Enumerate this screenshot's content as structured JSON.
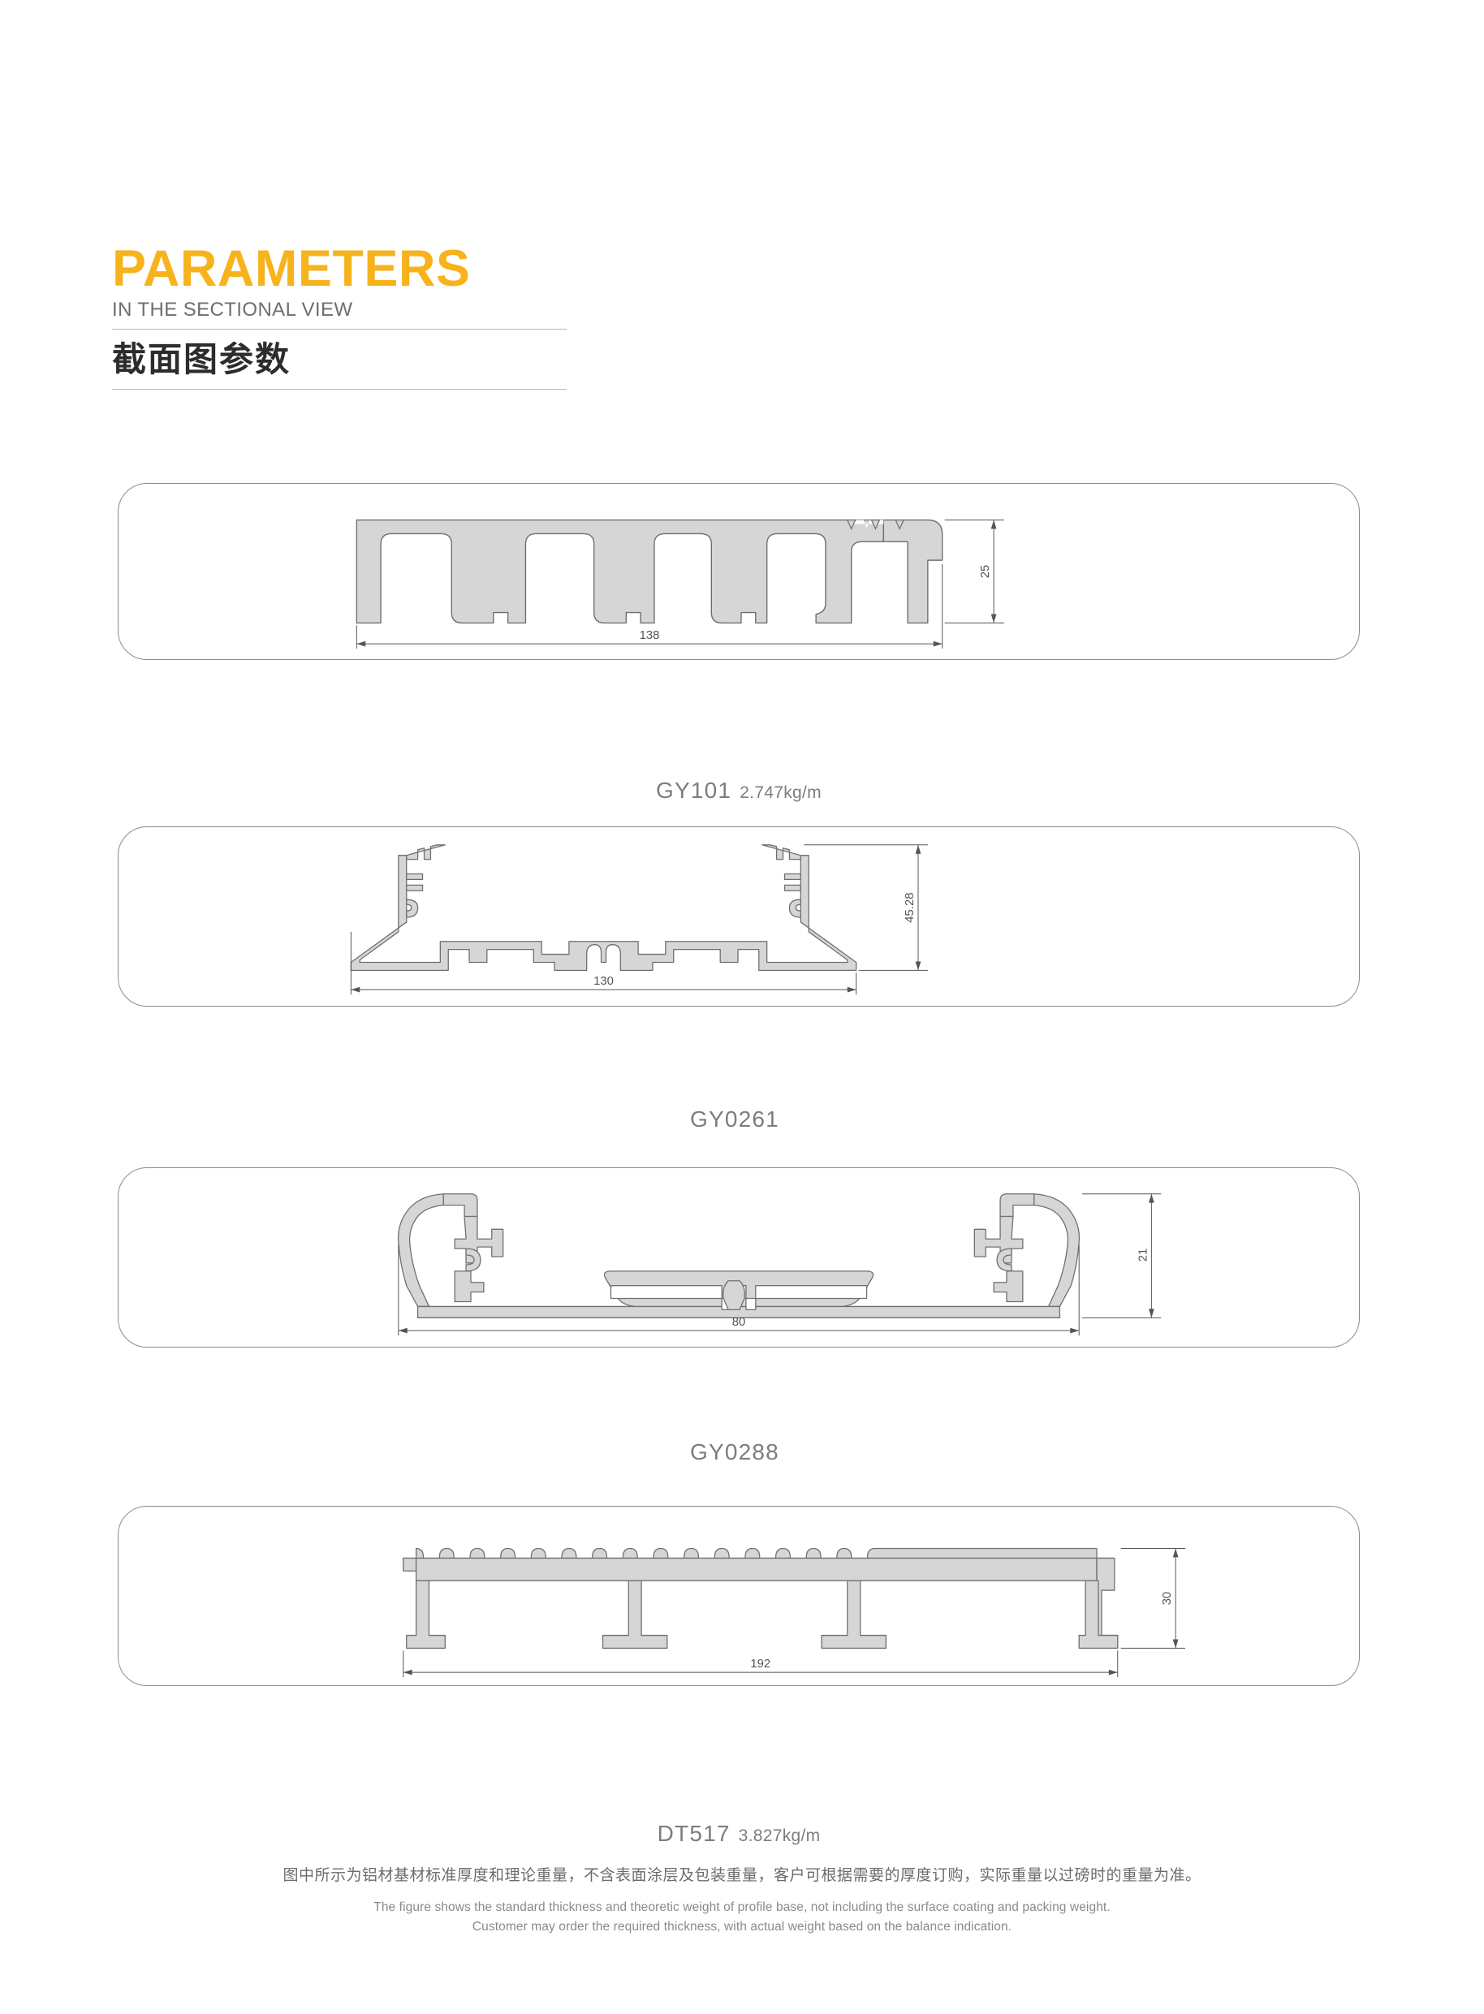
{
  "header": {
    "title_main": "PARAMETERS",
    "title_sub": "IN THE SECTIONAL VIEW",
    "title_cn": "截面图参数"
  },
  "colors": {
    "accent": "#f6b31c",
    "title_cn": "#2e2c2b",
    "subtitle": "#6e6e6e",
    "card_border": "#8c8c8c",
    "profile_fill": "#d6d6d6",
    "profile_stroke": "#6f6f6f",
    "dimension_line": "#555555",
    "caption": "#7d7d7d",
    "footer_cn": "#6b6b6b",
    "footer_en": "#8a8a8a"
  },
  "profiles": [
    {
      "code": "GY101",
      "weight": "2.747kg/m",
      "dim_width": "138",
      "dim_height": "25",
      "shape": "finned-comb-heatsink-bar"
    },
    {
      "code": "GY0261",
      "weight": "",
      "dim_width": "130",
      "dim_height": "45.28",
      "shape": "trapezoid-gutter-channel"
    },
    {
      "code": "GY0288",
      "weight": "",
      "dim_width": "80",
      "dim_height": "21",
      "shape": "bulb-ended-track-channel"
    },
    {
      "code": "DT517",
      "weight": "3.827kg/m",
      "dim_width": "192",
      "dim_height": "30",
      "shape": "ribbed-decking-board"
    }
  ],
  "footer": {
    "cn": "图中所示为铝材基材标准厚度和理论重量，不含表面涂层及包装重量，客户可根据需要的厚度订购，实际重量以过磅时的重量为准。",
    "en_line1": "The figure shows the standard thickness and theoretic weight of profile base, not including the surface coating and packing weight.",
    "en_line2": "Customer may order the required thickness, with actual weight based on the balance indication."
  }
}
